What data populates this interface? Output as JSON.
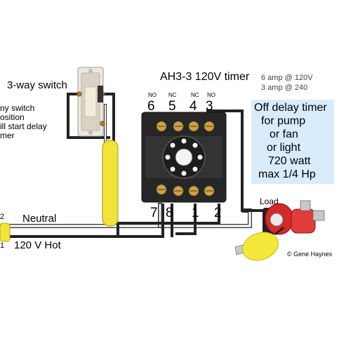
{
  "switch": {
    "title": "3-way switch",
    "note_lines": [
      "ny switch",
      "osition",
      "ill start delay",
      "mer"
    ]
  },
  "timer": {
    "title": "AH3-3 120V timer",
    "rating_1": "6 amp @ 120V",
    "rating_2": "3 amp @ 240",
    "top_terminals": [
      {
        "type": "NO",
        "num": "6"
      },
      {
        "type": "NC",
        "num": "5"
      },
      {
        "type": "NC",
        "num": "4"
      },
      {
        "type": "NO",
        "num": "3"
      }
    ],
    "bottom_terminals": [
      "7",
      "8",
      "1",
      "2"
    ]
  },
  "info_box": {
    "lines": [
      "Off delay timer",
      "for pump",
      "or fan",
      "or light",
      "720 watt",
      "max 1/4 Hp"
    ],
    "background": "#d8ecfb"
  },
  "wires": {
    "neutral_label": "Neutral",
    "neutral_tag": "2",
    "hot_label": "120 V Hot",
    "hot_tag": "1",
    "conduit_color": "#f2e33a"
  },
  "load": {
    "label": "Load",
    "pump_color": "#d42a2a"
  },
  "credit": "© Gene Haynes",
  "icons": {
    "switch": "toggle-switch-icon",
    "timer": "octal-timer-relay-icon",
    "pump": "circulator-pump-icon",
    "bulb": "light-bulb-icon"
  }
}
